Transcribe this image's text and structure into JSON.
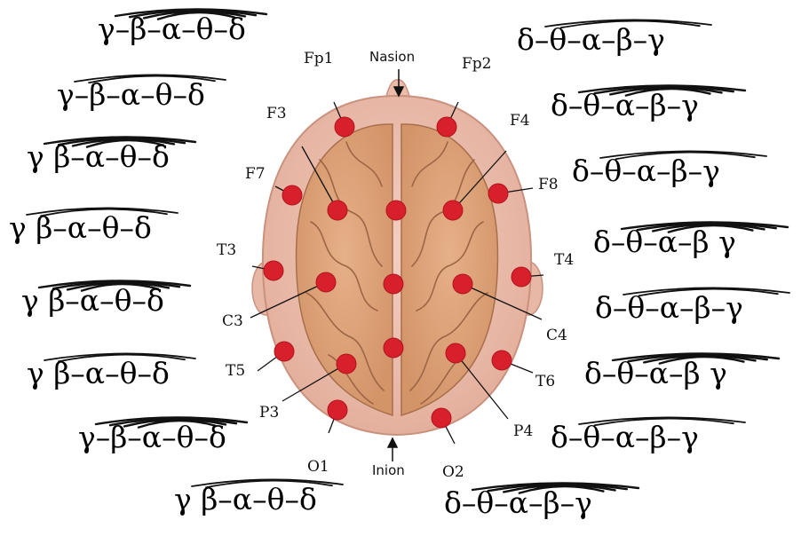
{
  "landmarks": {
    "nasion": "Nasion",
    "inion": "Inion"
  },
  "electrodes": [
    {
      "id": "fp1",
      "label": "Fp1"
    },
    {
      "id": "fp2",
      "label": "Fp2"
    },
    {
      "id": "f3",
      "label": "F3"
    },
    {
      "id": "f4",
      "label": "F4"
    },
    {
      "id": "f7",
      "label": "F7"
    },
    {
      "id": "f8",
      "label": "F8"
    },
    {
      "id": "fz",
      "label": ""
    },
    {
      "id": "t3",
      "label": "T3"
    },
    {
      "id": "t4",
      "label": "T4"
    },
    {
      "id": "c3",
      "label": "C3"
    },
    {
      "id": "cz",
      "label": ""
    },
    {
      "id": "c4",
      "label": "C4"
    },
    {
      "id": "t5",
      "label": "T5"
    },
    {
      "id": "t6",
      "label": "T6"
    },
    {
      "id": "p3",
      "label": "P3"
    },
    {
      "id": "pz",
      "label": ""
    },
    {
      "id": "p4",
      "label": "P4"
    },
    {
      "id": "o1",
      "label": "O1"
    },
    {
      "id": "o2",
      "label": "O2"
    }
  ],
  "left_bands": [
    "γ–β–α–θ–δ",
    "γ–β–α–θ–δ",
    "γ  β–α–θ–δ",
    "γ  β–α–θ–δ",
    "γ  β–α–θ–δ",
    "γ  β–α–θ–δ",
    "γ–β–α–θ–δ",
    "γ  β–α–θ–δ"
  ],
  "right_bands": [
    "δ–θ–α–β–γ",
    "δ–θ–α–β–γ",
    "δ–θ–α–β–γ",
    "δ–θ–α–β  γ",
    "δ–θ–α–β–γ",
    "δ–θ–α–β  γ",
    "δ–θ–α–β–γ",
    "δ–θ–α–β–γ"
  ],
  "colors": {
    "skin": "#eabfae",
    "brain": "#dca27a",
    "electrode": "#d8202c",
    "ink": "#111111"
  }
}
